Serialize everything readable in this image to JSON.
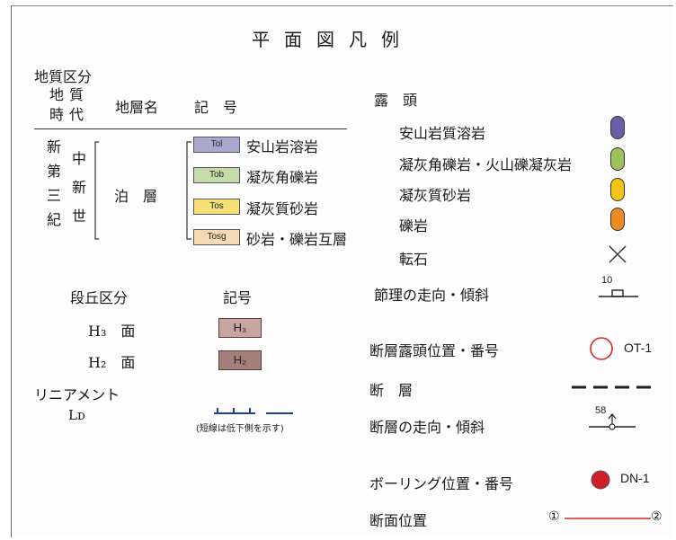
{
  "title": "平面図凡例",
  "geology": {
    "heading": "地質区分",
    "col_time": [
      "地",
      "質",
      "時",
      "代"
    ],
    "col_formation": "地層名",
    "col_symbol": "記　号",
    "period": [
      "新",
      "第",
      "三",
      "紀"
    ],
    "epoch": [
      "中",
      "新",
      "世"
    ],
    "formation": "泊　層",
    "units": [
      {
        "code": "Tol",
        "name": "安山岩溶岩",
        "color": "#a9a9cf"
      },
      {
        "code": "Tob",
        "name": "凝灰角礫岩",
        "color": "#c5dcaa"
      },
      {
        "code": "Tos",
        "name": "凝灰質砂岩",
        "color": "#f7df77"
      },
      {
        "code": "Tosg",
        "name": "砂岩・礫岩互層",
        "color": "#f6d9b5"
      }
    ]
  },
  "terrace": {
    "heading": "段丘区分",
    "symbol_heading": "記号",
    "items": [
      {
        "label": "H₃　面",
        "code": "H₃",
        "color": "#c9a5a1"
      },
      {
        "label": "H₂　面",
        "code": "H₂",
        "color": "#a47f79"
      }
    ],
    "lineament_label": "リニアメント",
    "lineament_symbol": "Lᴅ",
    "lineament_note": "(短線は低下側を示す)"
  },
  "outcrop": {
    "heading": "露　頭",
    "items": [
      {
        "label": "安山岩質溶岩",
        "icon": "outcrop-andesite",
        "color": "#6a5ea8"
      },
      {
        "label": "凝灰角礫岩・火山礫凝灰岩",
        "icon": "outcrop-tuff-breccia",
        "color": "#9fc15d"
      },
      {
        "label": "凝灰質砂岩",
        "icon": "outcrop-tuffaceous-sandstone",
        "color": "#f2c312"
      },
      {
        "label": "礫岩",
        "icon": "outcrop-conglomerate",
        "color": "#ee8a25"
      }
    ],
    "float_label": "転石",
    "float_icon": "cross-icon"
  },
  "joint": {
    "label": "節理の走向・傾斜",
    "dip": "10"
  },
  "fault_outcrop": {
    "label": "断層露頭位置・番号",
    "code": "OT-1",
    "color": "#d42a2a"
  },
  "fault": {
    "label": "断　層"
  },
  "fault_strike": {
    "label": "断層の走向・傾斜",
    "dip": "58"
  },
  "boring": {
    "label": "ボーリング位置・番号",
    "code": "DN-1",
    "color": "#d11f2a"
  },
  "section": {
    "label": "断面位置",
    "start": "①",
    "end": "②",
    "color": "#d42a2a"
  }
}
